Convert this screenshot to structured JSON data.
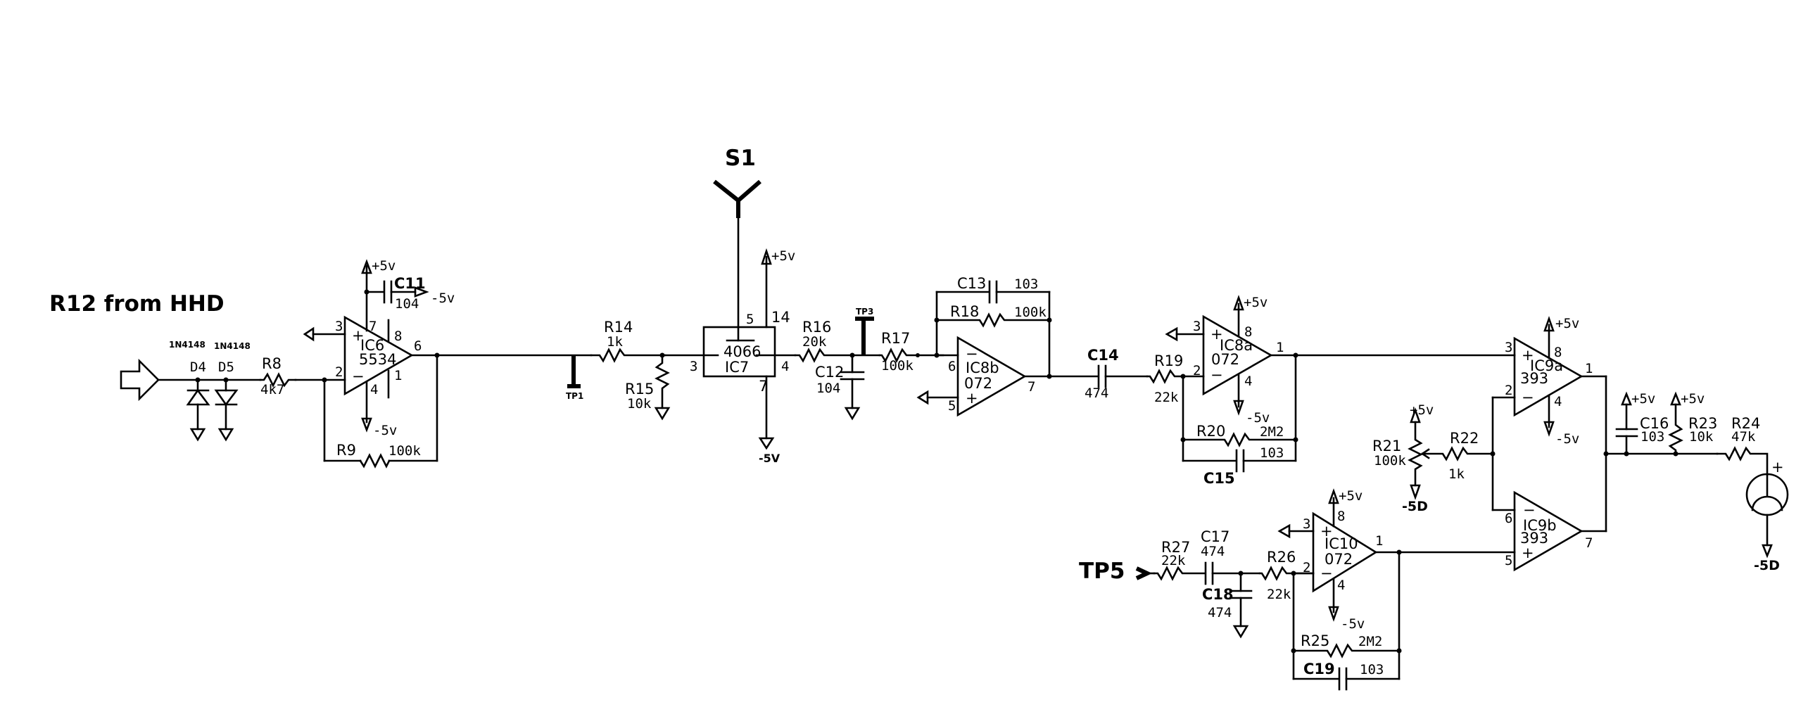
{
  "title_labels": {
    "input_label": "R12 from HHD",
    "switch_label": "S1",
    "tp5_label": "TP5"
  },
  "supplies": {
    "pos": "+5v",
    "neg": "-5v",
    "neg_caps": "-5V",
    "neg_d": "-5D"
  },
  "diodes": [
    {
      "ref": "D4",
      "part": "1N4148"
    },
    {
      "ref": "D5",
      "part": "1N4148"
    }
  ],
  "resistors": {
    "R8": {
      "ref": "R8",
      "value": "4k7"
    },
    "R9": {
      "ref": "R9",
      "value": "100k"
    },
    "R14": {
      "ref": "R14",
      "value": "1k"
    },
    "R15": {
      "ref": "R15",
      "value": "10k"
    },
    "R16": {
      "ref": "R16",
      "value": "20k"
    },
    "R17": {
      "ref": "R17",
      "value": "100k"
    },
    "R18": {
      "ref": "R18",
      "value": "100k"
    },
    "R19": {
      "ref": "R19",
      "value": "22k"
    },
    "R20": {
      "ref": "R20",
      "value": "2M2"
    },
    "R21": {
      "ref": "R21",
      "value": "100k"
    },
    "R22": {
      "ref": "R22",
      "value": "1k"
    },
    "R23": {
      "ref": "R23",
      "value": "10k"
    },
    "R24": {
      "ref": "R24",
      "value": "47k"
    },
    "R25": {
      "ref": "R25",
      "value": "2M2"
    },
    "R26": {
      "ref": "R26",
      "value": "22k"
    },
    "R27": {
      "ref": "R27",
      "value": "22k"
    }
  },
  "capacitors": {
    "C11": {
      "ref": "C11",
      "value": "104"
    },
    "C12": {
      "ref": "C12",
      "value": "104"
    },
    "C13": {
      "ref": "C13",
      "value": "103"
    },
    "C14": {
      "ref": "C14",
      "value": "474"
    },
    "C15": {
      "ref": "C15",
      "value": "103"
    },
    "C16": {
      "ref": "C16",
      "value": "103"
    },
    "C17": {
      "ref": "C17",
      "value": "474"
    },
    "C18": {
      "ref": "C18",
      "value": "474"
    },
    "C19": {
      "ref": "C19",
      "value": "103"
    }
  },
  "ics": {
    "IC6": {
      "ref": "IC6",
      "part": "5534",
      "pins": {
        "plus": "3",
        "minus": "2",
        "out": "6",
        "vpos": "7",
        "vneg": "4",
        "p8": "8",
        "p1": "1"
      }
    },
    "IC7": {
      "ref": "IC7",
      "part": "4066",
      "pins": {
        "in": "3",
        "out": "4",
        "ctrl": "5",
        "vdd": "14",
        "vss": "7"
      }
    },
    "IC8b": {
      "ref": "IC8b",
      "part": "072",
      "pins": {
        "minus": "6",
        "plus": "5",
        "out": "7"
      }
    },
    "IC8a": {
      "ref": "IC8a",
      "part": "072",
      "pins": {
        "plus": "3",
        "minus": "2",
        "out": "1",
        "vpos": "8",
        "vneg": "4"
      }
    },
    "IC9a": {
      "ref": "IC9a",
      "part": "393",
      "pins": {
        "plus": "3",
        "minus": "2",
        "out": "1",
        "vpos": "8",
        "vneg": "4"
      }
    },
    "IC9b": {
      "ref": "IC9b",
      "part": "393",
      "pins": {
        "minus": "6",
        "plus": "5",
        "out": "7"
      }
    },
    "IC10": {
      "ref": "IC10",
      "part": "072",
      "pins": {
        "plus": "3",
        "minus": "2",
        "out": "1",
        "vpos": "8",
        "vneg": "4"
      }
    }
  },
  "test_points": {
    "TP1": "TP1",
    "TP3": "TP3"
  },
  "signs": {
    "plus": "+",
    "minus": "−"
  }
}
